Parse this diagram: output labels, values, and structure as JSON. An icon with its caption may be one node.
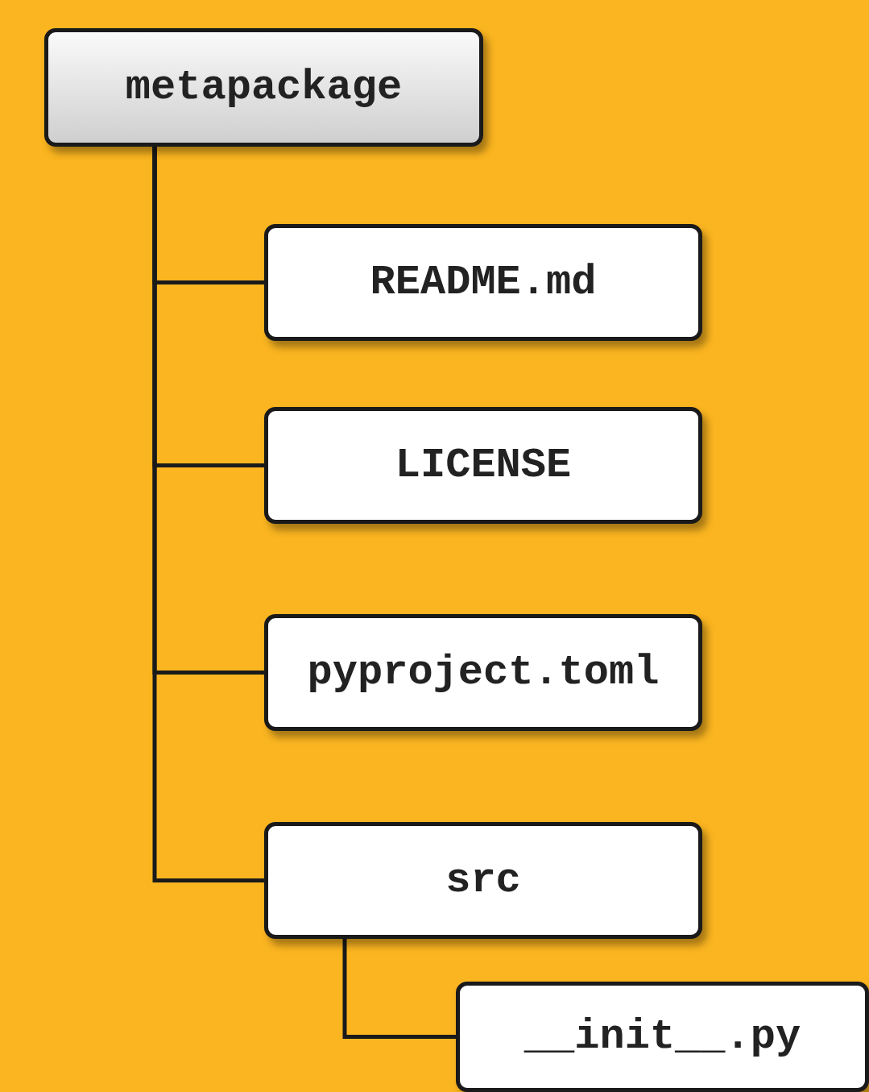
{
  "diagram": {
    "nodes": [
      {
        "text": [
          "metapackage"
        ]
      },
      {
        "text": [
          "README.md"
        ]
      },
      {
        "text": [
          "LICENSE"
        ]
      },
      {
        "text": [
          "pyproject.toml"
        ]
      },
      {
        "text": [
          "src"
        ]
      },
      {
        "text": [
          "__init__.py"
        ]
      }
    ],
    "edges": [
      {
        "from": 0,
        "to": 1,
        "arrow": "none"
      },
      {
        "from": 0,
        "to": 2,
        "arrow": "none"
      },
      {
        "from": 0,
        "to": 3,
        "arrow": "none"
      },
      {
        "from": 0,
        "to": 4,
        "arrow": "none"
      },
      {
        "from": 4,
        "to": 5,
        "arrow": "none"
      }
    ]
  }
}
